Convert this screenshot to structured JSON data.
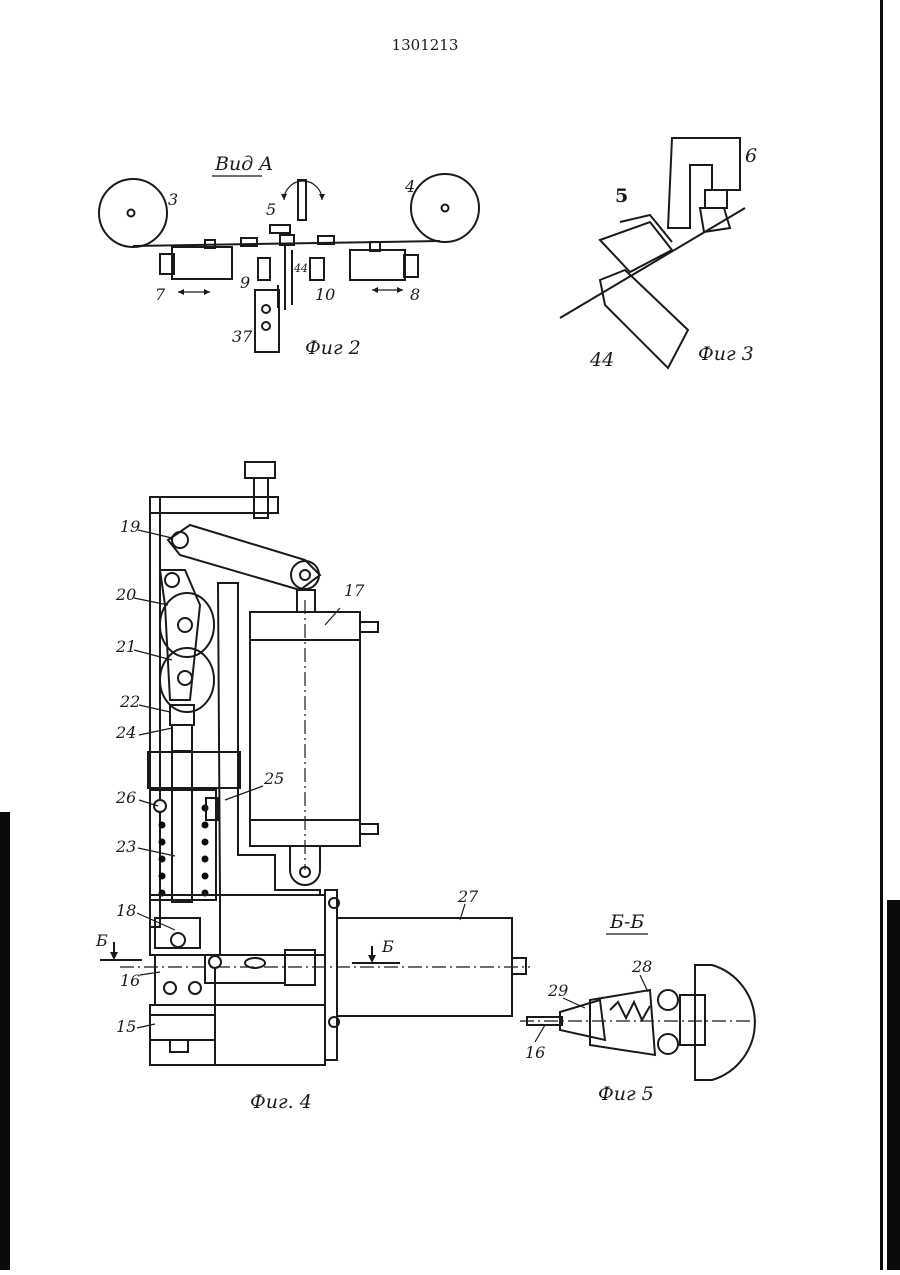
{
  "document": {
    "patent_number": "1301213",
    "view_label": "Вид A",
    "fig2_caption": "Фиг 2",
    "fig3_caption": "Фиг 3",
    "fig4_caption": "Фиг. 4",
    "fig5_caption": "Фиг 5",
    "section_label": "Б-Б",
    "section_mark": "Б"
  },
  "fig2_labels": [
    "3",
    "4",
    "5",
    "7",
    "8",
    "9",
    "10",
    "44",
    "37"
  ],
  "fig3_labels": [
    "5",
    "6",
    "44"
  ],
  "fig4_labels": [
    "19",
    "20",
    "21",
    "22",
    "24",
    "26",
    "23",
    "18",
    "16",
    "15",
    "17",
    "25",
    "27"
  ],
  "fig5_labels": [
    "28",
    "29",
    "16"
  ],
  "colors": {
    "ink": "#1a1a1a",
    "paper": "#ffffff",
    "border": "#0b0b0b"
  }
}
